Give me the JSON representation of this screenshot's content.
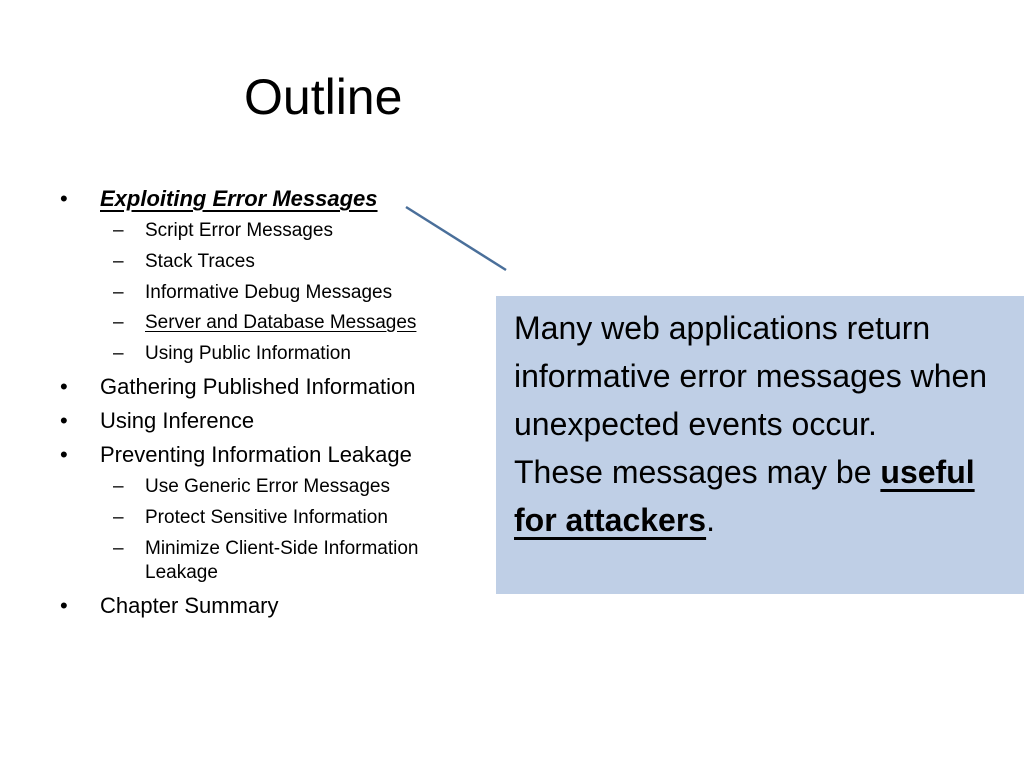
{
  "slide": {
    "title": "Outline",
    "items": [
      {
        "label": "Exploiting Error Messages",
        "level": 1,
        "style": "bold-italic-underline"
      },
      {
        "label": "Script Error Messages",
        "level": 2
      },
      {
        "label": "Stack Traces",
        "level": 2
      },
      {
        "label": "Informative Debug Messages",
        "level": 2
      },
      {
        "label": "Server and Database Messages",
        "level": 2,
        "style": "underline"
      },
      {
        "label": "Using Public Information",
        "level": 2
      },
      {
        "label": "Gathering Published Information",
        "level": 1
      },
      {
        "label": "Using Inference",
        "level": 1
      },
      {
        "label": "Preventing Information Leakage",
        "level": 1
      },
      {
        "label": "Use Generic Error Messages",
        "level": 2
      },
      {
        "label": "Protect Sensitive Information",
        "level": 2
      },
      {
        "label": "Minimize Client-Side Information Leakage",
        "level": 2
      },
      {
        "label": "Chapter Summary",
        "level": 1
      }
    ],
    "bullet_glyph": "•",
    "dash_glyph": "–",
    "callout": {
      "paragraph1": "Many web applications return informative error messages when unexpected events occur.",
      "paragraph2_prefix": "These messages may be ",
      "paragraph2_emphasis": "useful for attackers",
      "paragraph2_suffix": ".",
      "background": "#bfcfe6",
      "connector_color": "#4a6f9a"
    }
  }
}
